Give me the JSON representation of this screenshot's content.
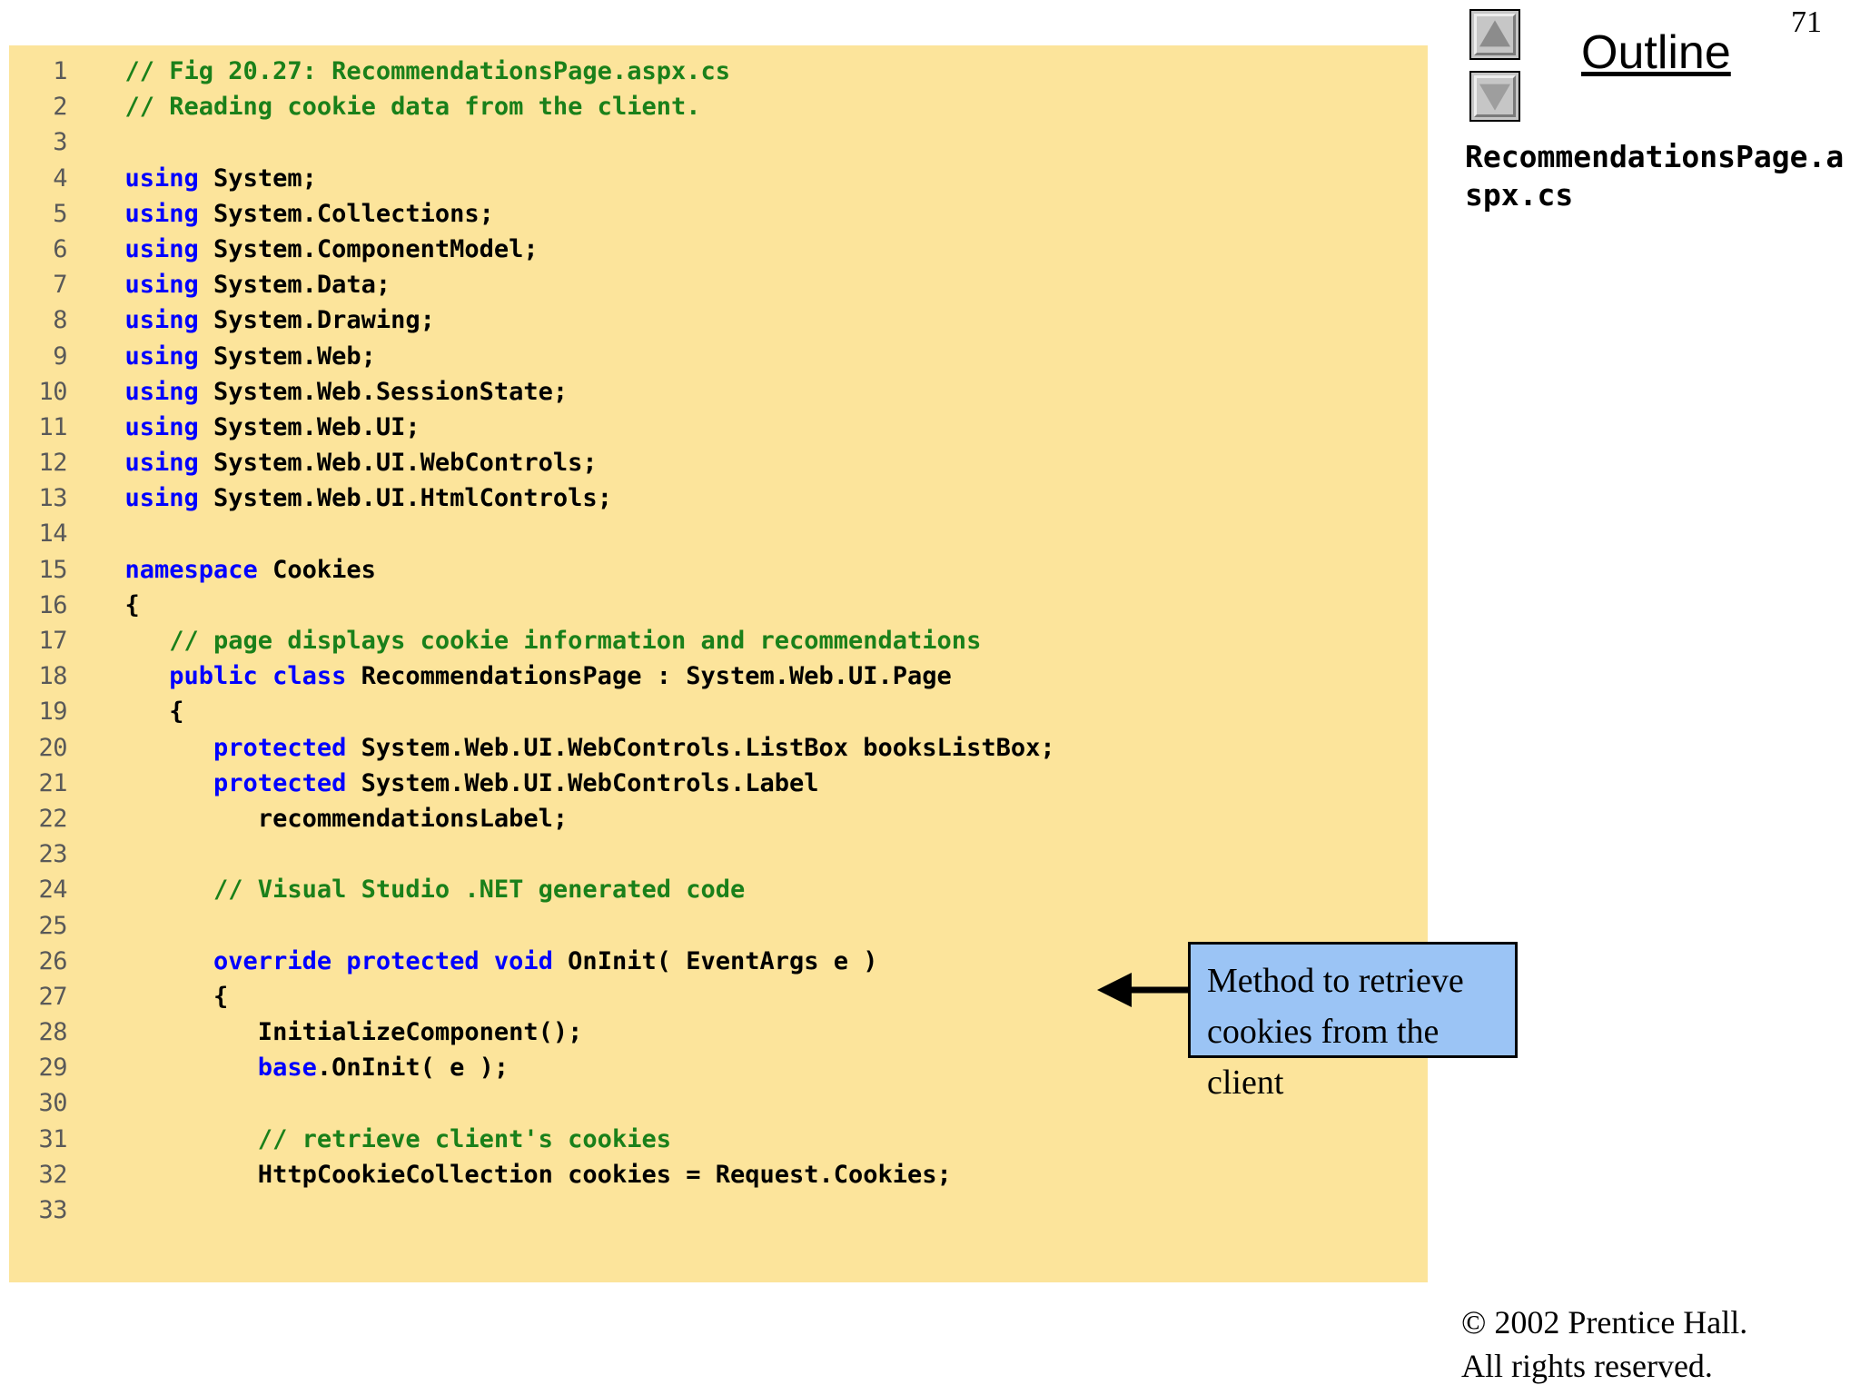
{
  "slide": {
    "number": "71"
  },
  "outline": {
    "title": "Outline",
    "file_name": "RecommendationsPage.aspx.cs",
    "scroll_up_icon": "triangle-up-icon",
    "scroll_down_icon": "triangle-down-icon"
  },
  "callout": {
    "line1": "Method to retrieve",
    "line2": "cookies from the client",
    "arrow_icon": "arrow-left-icon",
    "background_color": "#9BC4F5",
    "border_color": "#000000"
  },
  "footer": {
    "copyright": "© 2002 Prentice Hall.",
    "rights": "All rights reserved."
  },
  "code_panel": {
    "background_color": "#FCE49B",
    "comment_color": "#1A801A",
    "keyword_color": "#0000FF",
    "text_color": "#000000",
    "line_number_color": "#595959",
    "lines": [
      {
        "n": "1",
        "tokens": [
          {
            "t": "comment",
            "s": "  // Fig 20.27: RecommendationsPage.aspx.cs"
          }
        ]
      },
      {
        "n": "2",
        "tokens": [
          {
            "t": "comment",
            "s": "  // Reading cookie data from the client."
          }
        ]
      },
      {
        "n": "3",
        "tokens": [
          {
            "t": "plain",
            "s": ""
          }
        ]
      },
      {
        "n": "4",
        "tokens": [
          {
            "t": "kw",
            "s": "  using"
          },
          {
            "t": "plain",
            "s": " System;"
          }
        ]
      },
      {
        "n": "5",
        "tokens": [
          {
            "t": "kw",
            "s": "  using"
          },
          {
            "t": "plain",
            "s": " System.Collections;"
          }
        ]
      },
      {
        "n": "6",
        "tokens": [
          {
            "t": "kw",
            "s": "  using"
          },
          {
            "t": "plain",
            "s": " System.ComponentModel;"
          }
        ]
      },
      {
        "n": "7",
        "tokens": [
          {
            "t": "kw",
            "s": "  using"
          },
          {
            "t": "plain",
            "s": " System.Data;"
          }
        ]
      },
      {
        "n": "8",
        "tokens": [
          {
            "t": "kw",
            "s": "  using"
          },
          {
            "t": "plain",
            "s": " System.Drawing;"
          }
        ]
      },
      {
        "n": "9",
        "tokens": [
          {
            "t": "kw",
            "s": "  using"
          },
          {
            "t": "plain",
            "s": " System.Web;"
          }
        ]
      },
      {
        "n": "10",
        "tokens": [
          {
            "t": "kw",
            "s": "  using"
          },
          {
            "t": "plain",
            "s": " System.Web.SessionState;"
          }
        ]
      },
      {
        "n": "11",
        "tokens": [
          {
            "t": "kw",
            "s": "  using"
          },
          {
            "t": "plain",
            "s": " System.Web.UI;"
          }
        ]
      },
      {
        "n": "12",
        "tokens": [
          {
            "t": "kw",
            "s": "  using"
          },
          {
            "t": "plain",
            "s": " System.Web.UI.WebControls;"
          }
        ]
      },
      {
        "n": "13",
        "tokens": [
          {
            "t": "kw",
            "s": "  using"
          },
          {
            "t": "plain",
            "s": " System.Web.UI.HtmlControls;"
          }
        ]
      },
      {
        "n": "14",
        "tokens": [
          {
            "t": "plain",
            "s": ""
          }
        ]
      },
      {
        "n": "15",
        "tokens": [
          {
            "t": "kw",
            "s": "  namespace"
          },
          {
            "t": "plain",
            "s": " Cookies"
          }
        ]
      },
      {
        "n": "16",
        "tokens": [
          {
            "t": "plain",
            "s": "  {"
          }
        ]
      },
      {
        "n": "17",
        "tokens": [
          {
            "t": "comment",
            "s": "     // page displays cookie information and recommendations"
          }
        ]
      },
      {
        "n": "18",
        "tokens": [
          {
            "t": "kw",
            "s": "     public class"
          },
          {
            "t": "plain",
            "s": " RecommendationsPage : System.Web.UI.Page"
          }
        ]
      },
      {
        "n": "19",
        "tokens": [
          {
            "t": "plain",
            "s": "     {"
          }
        ]
      },
      {
        "n": "20",
        "tokens": [
          {
            "t": "kw",
            "s": "        protected"
          },
          {
            "t": "plain",
            "s": " System.Web.UI.WebControls.ListBox booksListBox;"
          }
        ]
      },
      {
        "n": "21",
        "tokens": [
          {
            "t": "kw",
            "s": "        protected"
          },
          {
            "t": "plain",
            "s": " System.Web.UI.WebControls.Label"
          }
        ]
      },
      {
        "n": "22",
        "tokens": [
          {
            "t": "plain",
            "s": "           recommendationsLabel;"
          }
        ]
      },
      {
        "n": "23",
        "tokens": [
          {
            "t": "plain",
            "s": ""
          }
        ]
      },
      {
        "n": "24",
        "tokens": [
          {
            "t": "comment",
            "s": "        // Visual Studio .NET generated code"
          }
        ]
      },
      {
        "n": "25",
        "tokens": [
          {
            "t": "plain",
            "s": ""
          }
        ]
      },
      {
        "n": "26",
        "tokens": [
          {
            "t": "kw",
            "s": "        override protected void"
          },
          {
            "t": "plain",
            "s": " OnInit( EventArgs e )"
          }
        ]
      },
      {
        "n": "27",
        "tokens": [
          {
            "t": "plain",
            "s": "        {"
          }
        ]
      },
      {
        "n": "28",
        "tokens": [
          {
            "t": "plain",
            "s": "           InitializeComponent();"
          }
        ]
      },
      {
        "n": "29",
        "tokens": [
          {
            "t": "kw",
            "s": "           base"
          },
          {
            "t": "plain",
            "s": ".OnInit( e );"
          }
        ]
      },
      {
        "n": "30",
        "tokens": [
          {
            "t": "plain",
            "s": ""
          }
        ]
      },
      {
        "n": "31",
        "tokens": [
          {
            "t": "comment",
            "s": "           // retrieve client's cookies"
          }
        ]
      },
      {
        "n": "32",
        "tokens": [
          {
            "t": "plain",
            "s": "           HttpCookieCollection cookies = Request.Cookies;"
          }
        ]
      },
      {
        "n": "33",
        "tokens": [
          {
            "t": "plain",
            "s": ""
          }
        ]
      }
    ]
  }
}
